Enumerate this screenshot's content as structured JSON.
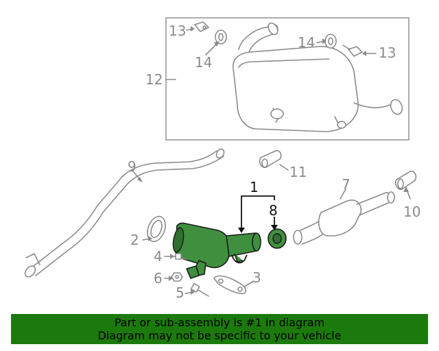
{
  "callouts": {
    "c1": "1",
    "c2": "2",
    "c3": "3",
    "c4": "4",
    "c5": "5",
    "c6": "6",
    "c7": "7",
    "c8": "8",
    "c9": "9",
    "c10": "10",
    "c11": "11",
    "c12": "12",
    "c13a": "13",
    "c13b": "13",
    "c14a": "14",
    "c14b": "14"
  },
  "highlighted_parts": [
    "1",
    "8"
  ],
  "banner": {
    "line1": "Part or sub-assembly is #1 in diagram",
    "line2": "Diagram may not be specific to your vehicle"
  },
  "colors": {
    "highlight": "#3f8f3f",
    "banner_bg": "#1c7a0c",
    "line_art": "#8a8a8a"
  }
}
